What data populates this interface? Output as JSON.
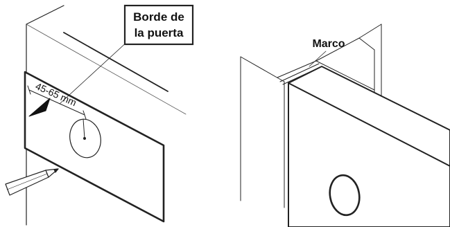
{
  "left_panel": {
    "edge_label_line1": "Borde de",
    "edge_label_line2": "la puerta",
    "measurement": "45-65 mm"
  },
  "right_panel": {
    "frame_label": "Marco"
  }
}
